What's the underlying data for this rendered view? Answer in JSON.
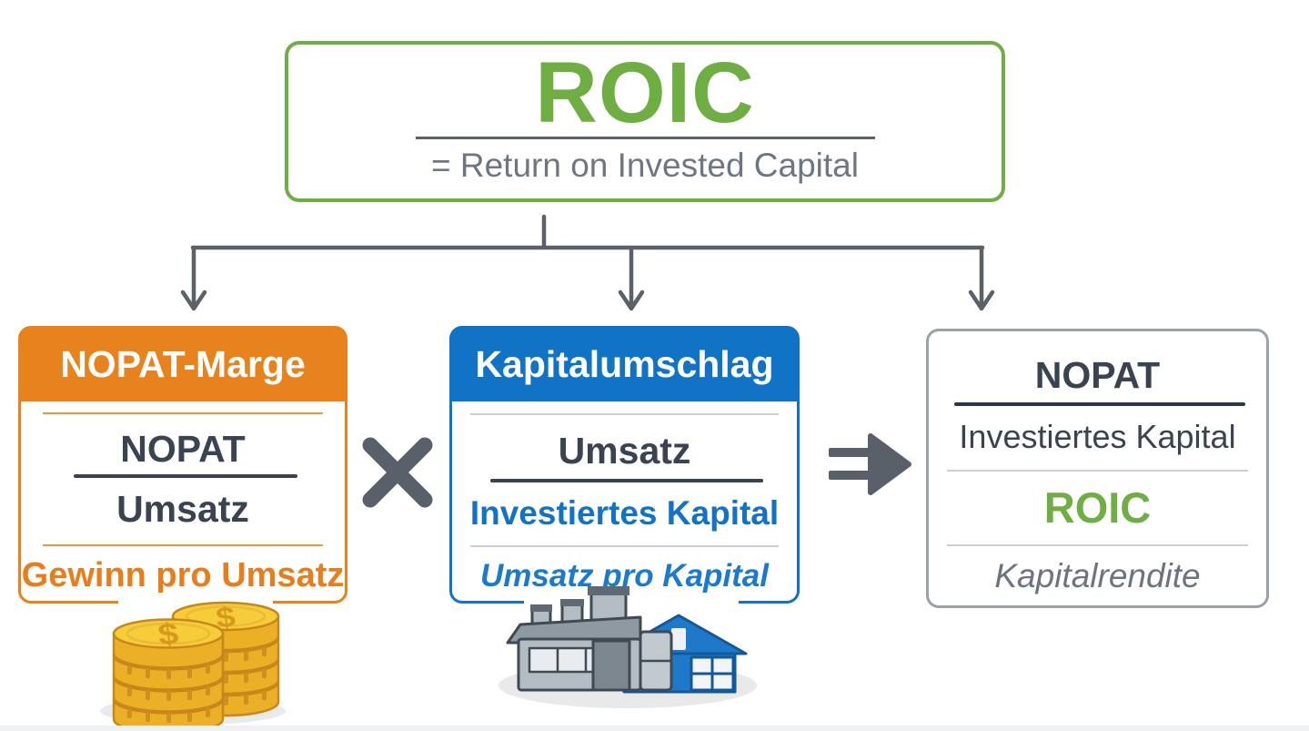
{
  "title_box": {
    "title": "ROIC",
    "subtitle": "= Return on Invested Capital"
  },
  "factor_boxes": [
    {
      "id": "nopat-marge",
      "header": "NOPAT-Marge",
      "numerator": "NOPAT",
      "denominator": "Umsatz",
      "caption": "Gewinn pro Umsatz",
      "icon": "coin-stack-icon",
      "accent_color": "#E8821C"
    },
    {
      "id": "kapitalumschlag",
      "header": "Kapitalumschlag",
      "numerator": "Umsatz",
      "denominator": "Investiertes Kapital",
      "caption": "Umsatz pro Kapital",
      "icon": "factory-icon",
      "accent_color": "#1173C5"
    }
  ],
  "result_box": {
    "numerator": "NOPAT",
    "denominator": "Investiertes Kapital",
    "result_label": "ROIC",
    "caption": "Kapitalrendite",
    "border_color": "#9AA1A8",
    "result_color": "#6FAE42"
  },
  "operators": {
    "multiply": "×",
    "result_arrow": "⇒"
  },
  "icons": {
    "coins": "coin-stack-icon",
    "factory": "factory-icon",
    "coin_symbol": "$"
  },
  "colors": {
    "green": "#6FAE42",
    "orange": "#E8821C",
    "blue": "#1173C5",
    "dark_text": "#3A4450",
    "gray_text": "#6E7781",
    "connector": "#5A6169",
    "result_border": "#9AA1A8",
    "coin_gold": "#F7CC3A",
    "background": "#FFFFFF"
  }
}
